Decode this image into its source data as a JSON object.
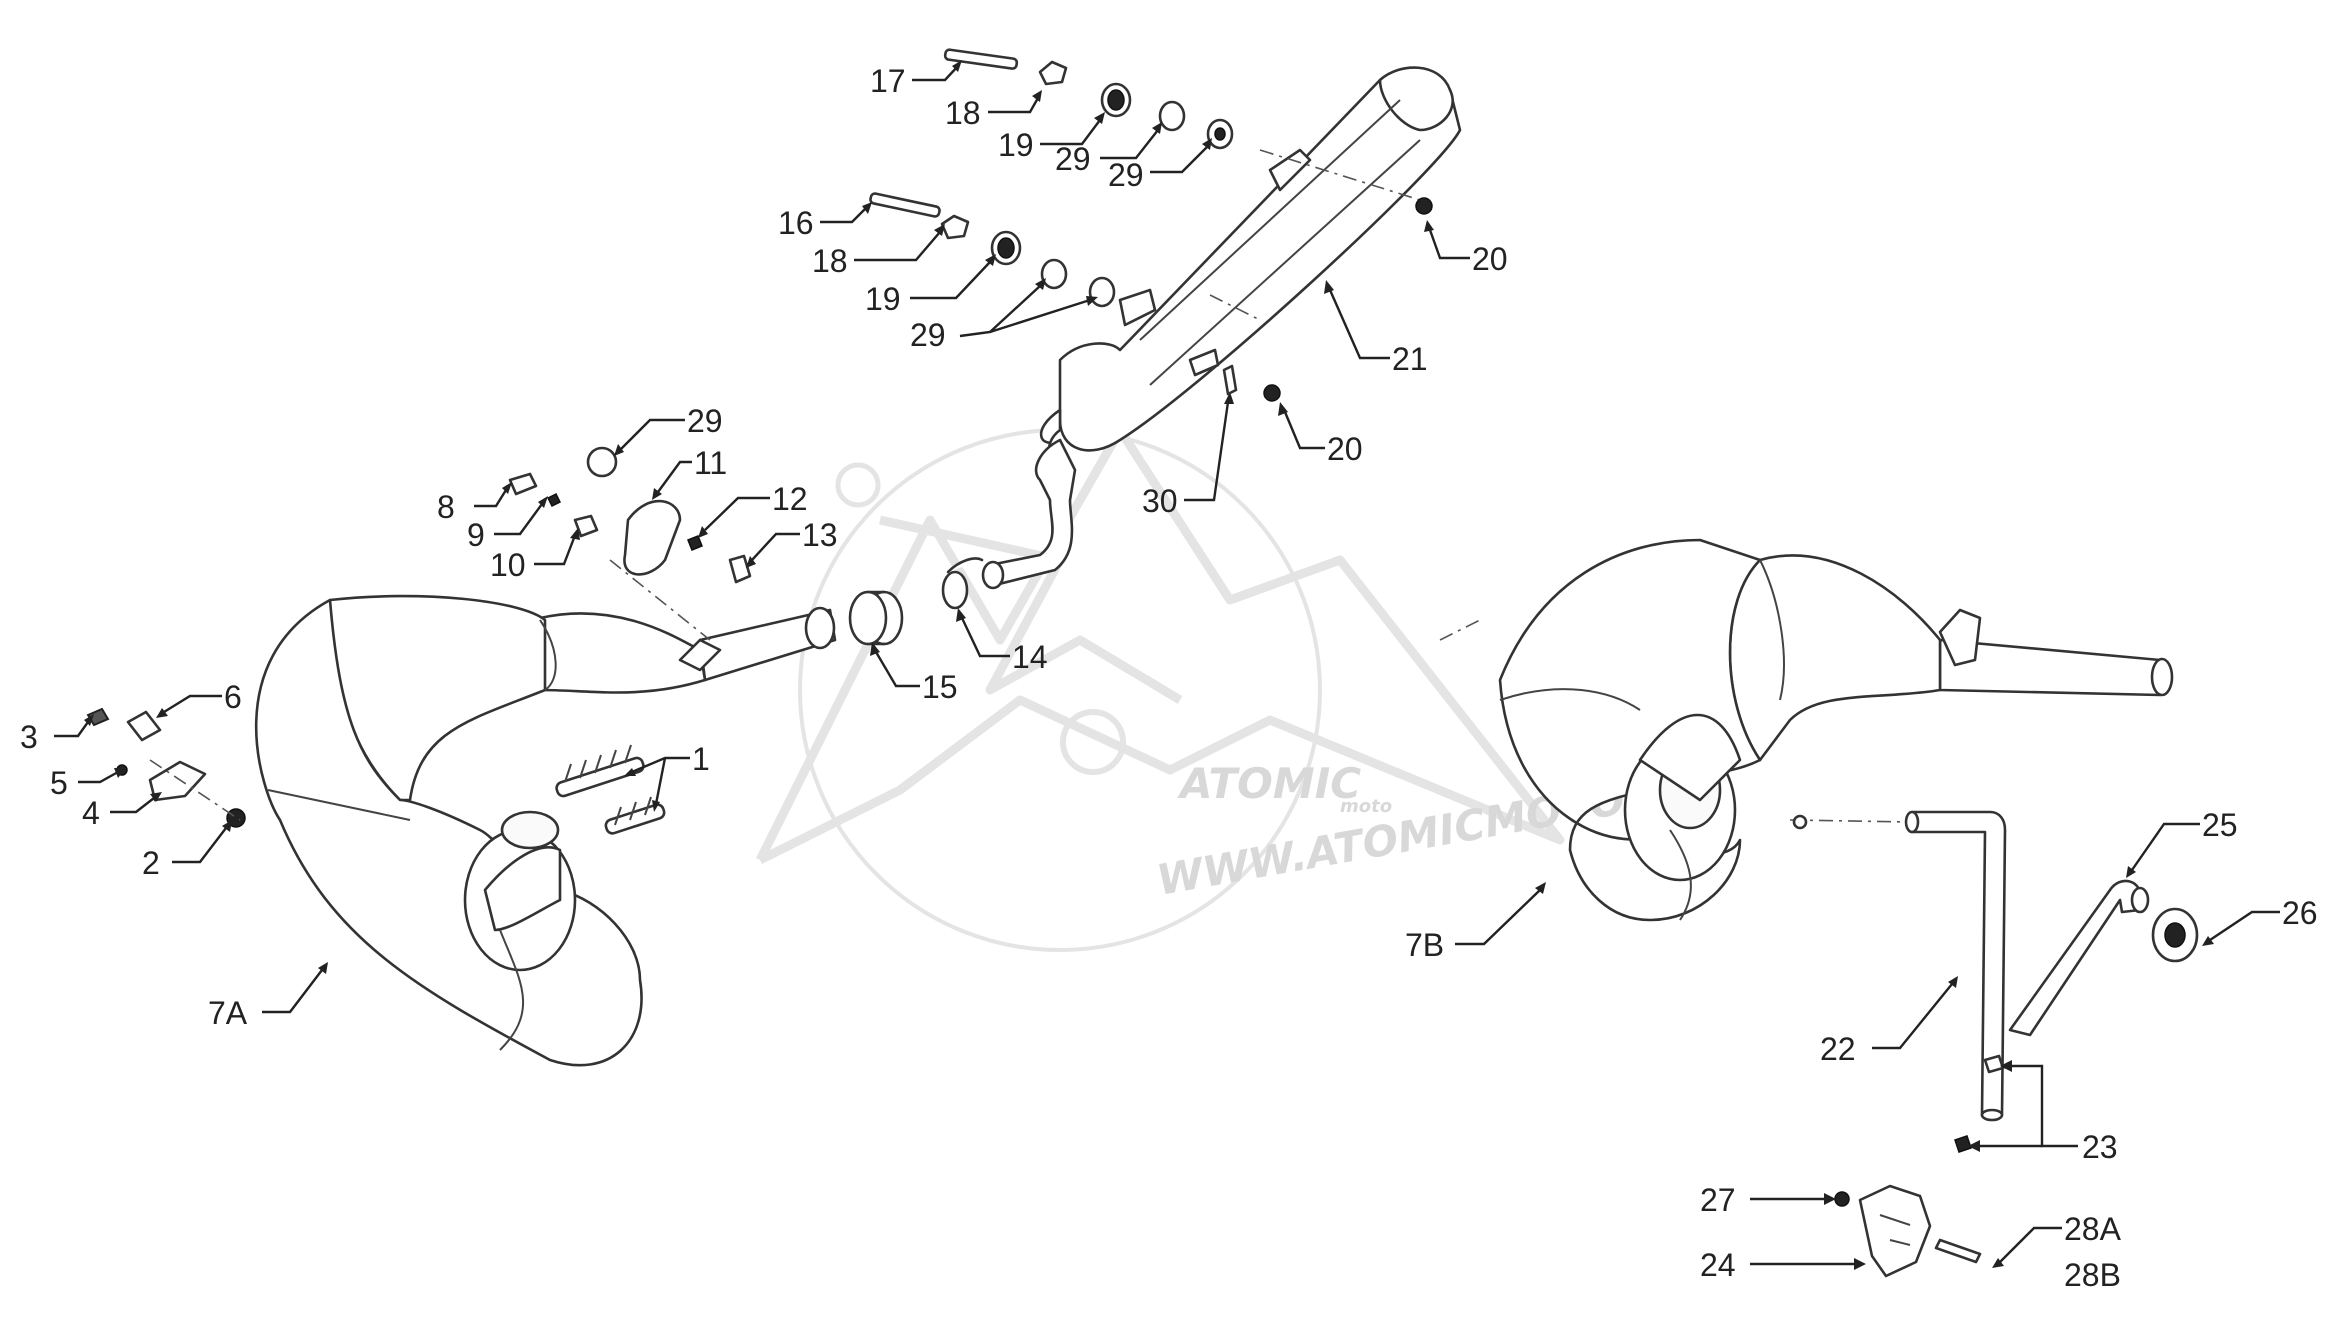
{
  "diagram": {
    "labels": [
      "17",
      "18",
      "19",
      "29",
      "29",
      "20",
      "16",
      "18",
      "19",
      "29",
      "21",
      "20",
      "30",
      "29",
      "11",
      "12",
      "13",
      "8",
      "9",
      "10",
      "14",
      "15",
      "6",
      "3",
      "5",
      "4",
      "2",
      "1",
      "7A",
      "7B",
      "22",
      "23",
      "25",
      "26",
      "27",
      "24",
      "28A",
      "28B"
    ],
    "watermark": {
      "brand": "ATOMIC",
      "sub": "moto",
      "url": "WWW.ATOMICMOTO.FR"
    }
  }
}
